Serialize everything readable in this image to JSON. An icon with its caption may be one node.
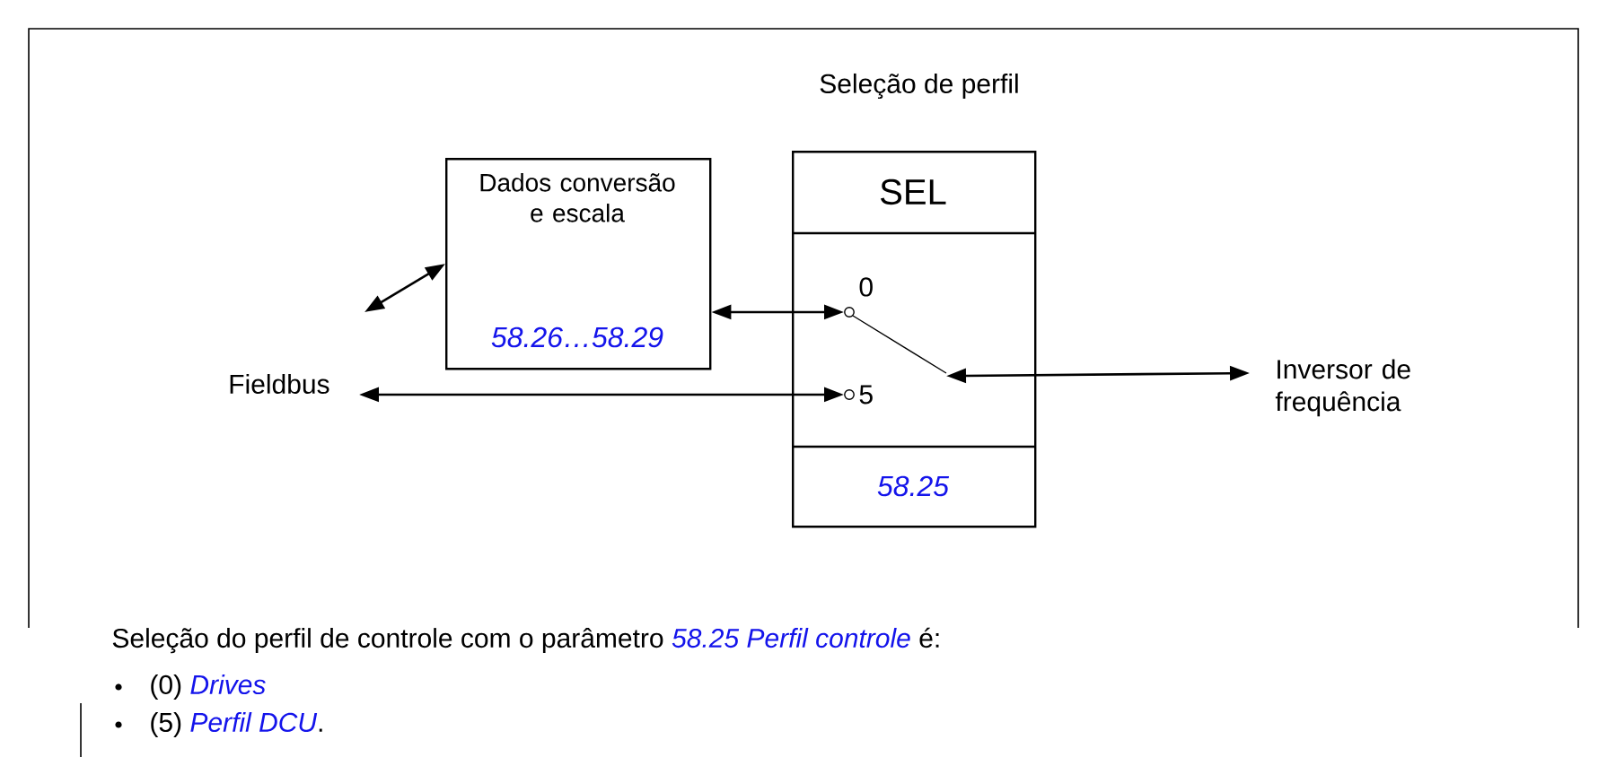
{
  "diagram": {
    "nodes": [
      {
        "text": [
          "Dados conversão e escala",
          "58.26…58.29"
        ]
      },
      {
        "text": [
          "Seleção de perfil",
          "SEL",
          "58.25"
        ]
      },
      {
        "text": [
          "Fieldbus"
        ]
      },
      {
        "text": [
          "Inversor de frequência"
        ]
      }
    ],
    "edges": [
      {
        "from": null,
        "to": 0,
        "arrow": "both"
      },
      {
        "from": 0,
        "to": 1,
        "arrow": "both"
      },
      {
        "from": 2,
        "to": 1,
        "arrow": "both"
      },
      {
        "from": 1,
        "to": 3,
        "arrow": "both"
      }
    ],
    "labels": [
      "0",
      "5",
      "Seleção do perfil de controle com o parâmetro",
      "58.25 Perfil controle",
      "é:",
      "(0)",
      "Drives",
      "(5)",
      "Perfil DCU",
      "."
    ]
  }
}
